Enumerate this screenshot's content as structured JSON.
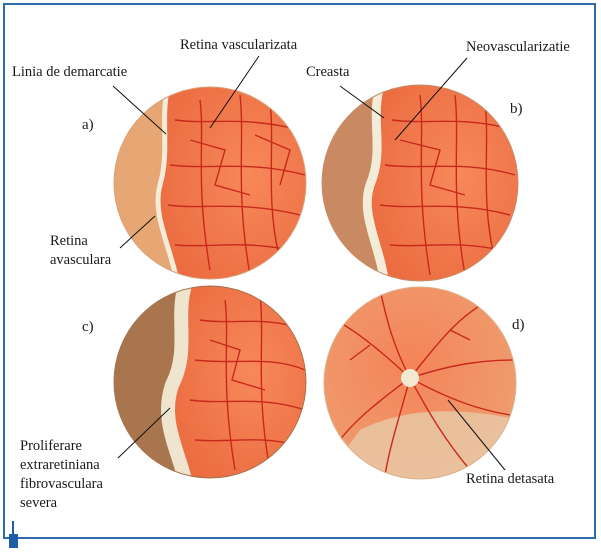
{
  "labels": {
    "demarcation_line": "Linia de demarcatie",
    "vascularized_retina": "Retina vascularizata",
    "ridge": "Creasta",
    "neovascularization": "Neovascularizatie",
    "avascular_retina": "Retina\navasculara",
    "fibrovascular_proliferation": "Proliferare\nextraretiniana\nfibrovasculara\nsevera",
    "detached_retina": "Retina detasata"
  },
  "panels": {
    "a": "a)",
    "b": "b)",
    "c": "c)",
    "d": "d)"
  },
  "colors": {
    "frame": "#2f6aa8",
    "vessel": "#c9281c",
    "retina": "#f0744a",
    "avascular": "#e3a06b",
    "ridge": "#f3ecd9"
  }
}
